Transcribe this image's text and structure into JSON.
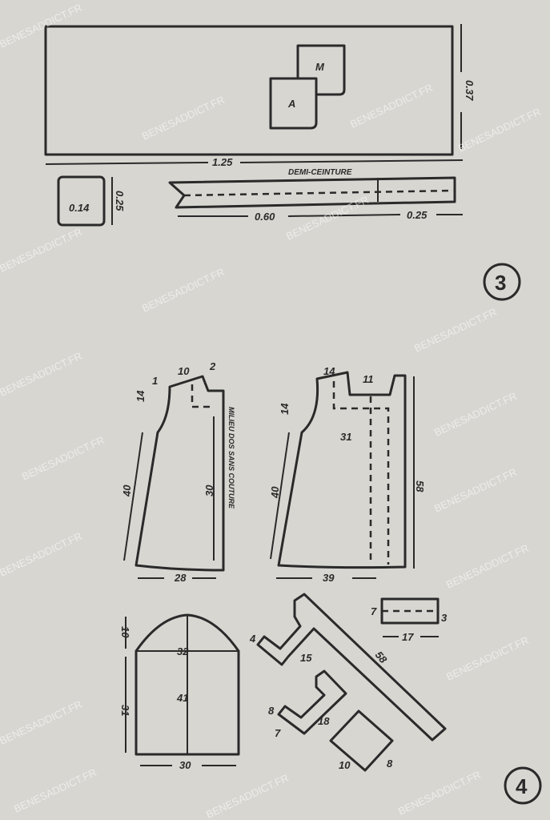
{
  "watermark": "BENESADDICT.FR",
  "figure3": {
    "number": "3",
    "main_rect": {
      "width_label": "1.25",
      "height_label": "0.37",
      "piece_a": "A",
      "piece_m": "M"
    },
    "pocket": {
      "width_label": "0.14",
      "height_label": "0.25"
    },
    "belt": {
      "title": "DEMI-CEINTURE",
      "length_label": "0.60",
      "end_label": "0.25"
    }
  },
  "figure4": {
    "number": "4",
    "back": {
      "shoulder": "10",
      "neck": "2",
      "shoulder_offset": "1",
      "armhole": "14",
      "side": "40",
      "center": "30",
      "hem": "28",
      "center_note": "MILIEU DOS SANS COUTURE"
    },
    "front": {
      "shoulder": "14",
      "neck": "11",
      "armhole": "14",
      "side": "40",
      "body": "31",
      "center": "58",
      "hem": "39"
    },
    "tab": {
      "height": "7",
      "width": "17",
      "depth": "3"
    },
    "sleeve": {
      "cap": "10",
      "width_top": "32",
      "center": "41",
      "side": "31",
      "bottom": "30"
    },
    "facings": {
      "large_end": "4",
      "large_width": "15",
      "large_length": "58",
      "small_end": "8",
      "small_width": "7",
      "small_length": "18",
      "square_a": "10",
      "square_b": "8"
    }
  }
}
